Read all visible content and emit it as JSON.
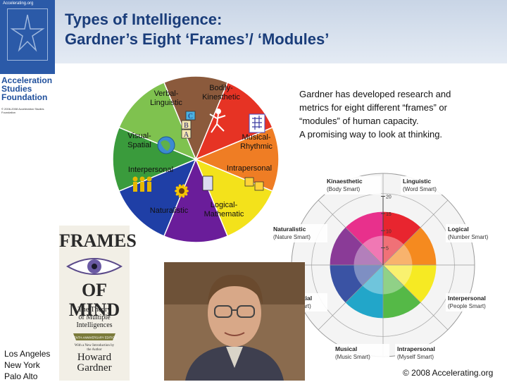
{
  "header": {
    "site_url": "Accelerating.org",
    "org_name": "Acceleration\nStudies\nFoundation",
    "org_copyright": "© 2006-2008 Acceleration Studies Foundation",
    "title": "Types of Intelligence:\nGardner’s Eight ‘Frames’/ ‘Modules’"
  },
  "description": {
    "lines": [
      "Gardner has developed research and",
      "metrics for eight different “frames” or",
      "“modules” of human capacity.",
      "A promising way to look at thinking."
    ]
  },
  "wheel": {
    "segments": [
      {
        "label_lines": [
          "Verbal-",
          "Linguistic"
        ],
        "color": "#8b5a3c"
      },
      {
        "label_lines": [
          "Bodily-",
          "Kinesthetic"
        ],
        "color": "#e63324"
      },
      {
        "label_lines": [
          "Musical-",
          "Rhythmic"
        ],
        "color": "#ef7d24"
      },
      {
        "label_lines": [
          "Intrapersonal"
        ],
        "color": "#f3e21b"
      },
      {
        "label_lines": [
          "Logical-",
          "Mathematic"
        ],
        "color": "#6a1d9a"
      },
      {
        "label_lines": [
          "Naturalistic"
        ],
        "color": "#1f3fa6"
      },
      {
        "label_lines": [
          "Interpersonal"
        ],
        "color": "#3a9b3c"
      },
      {
        "label_lines": [
          "Visual-",
          "Spatial"
        ],
        "color": "#7fc24f"
      }
    ],
    "blocks": [
      "C",
      "B",
      "A"
    ]
  },
  "target": {
    "labels": [
      {
        "name": "Kinaesthetic",
        "sub": "(Body Smart)"
      },
      {
        "name": "Linguistic",
        "sub": "(Word Smart)"
      },
      {
        "name": "Naturalistic",
        "sub": "(Nature Smart)"
      },
      {
        "name": "Logical",
        "sub": "(Number Smart)"
      },
      {
        "name": "Visual/Spatial",
        "sub": "(Picture Smart)"
      },
      {
        "name": "Interpersonal",
        "sub": "(People Smart)"
      },
      {
        "name": "Musical",
        "sub": "(Music Smart)"
      },
      {
        "name": "Intrapersonal",
        "sub": "(Myself Smart)"
      }
    ],
    "scale": [
      "20",
      "15",
      "10",
      "5"
    ],
    "colors": [
      "#e8308c",
      "#e8252f",
      "#f58a1f",
      "#f6ea23",
      "#55b947",
      "#22a6c9",
      "#3a53a4",
      "#8a3b97"
    ]
  },
  "book": {
    "title_lines": [
      "FRAMES",
      "OF MIND"
    ],
    "subtitle": "The Theory\nof Multiple\nIntelligences",
    "edition": "TENTH-ANNIVERSARY EDITION",
    "intro": "With a New Introduction by\nthe Author",
    "author": "Howard\nGardner"
  },
  "footer": {
    "cities": "Los Angeles\nNew York\nPalo Alto",
    "copyright": "© 2008 Accelerating.org"
  }
}
